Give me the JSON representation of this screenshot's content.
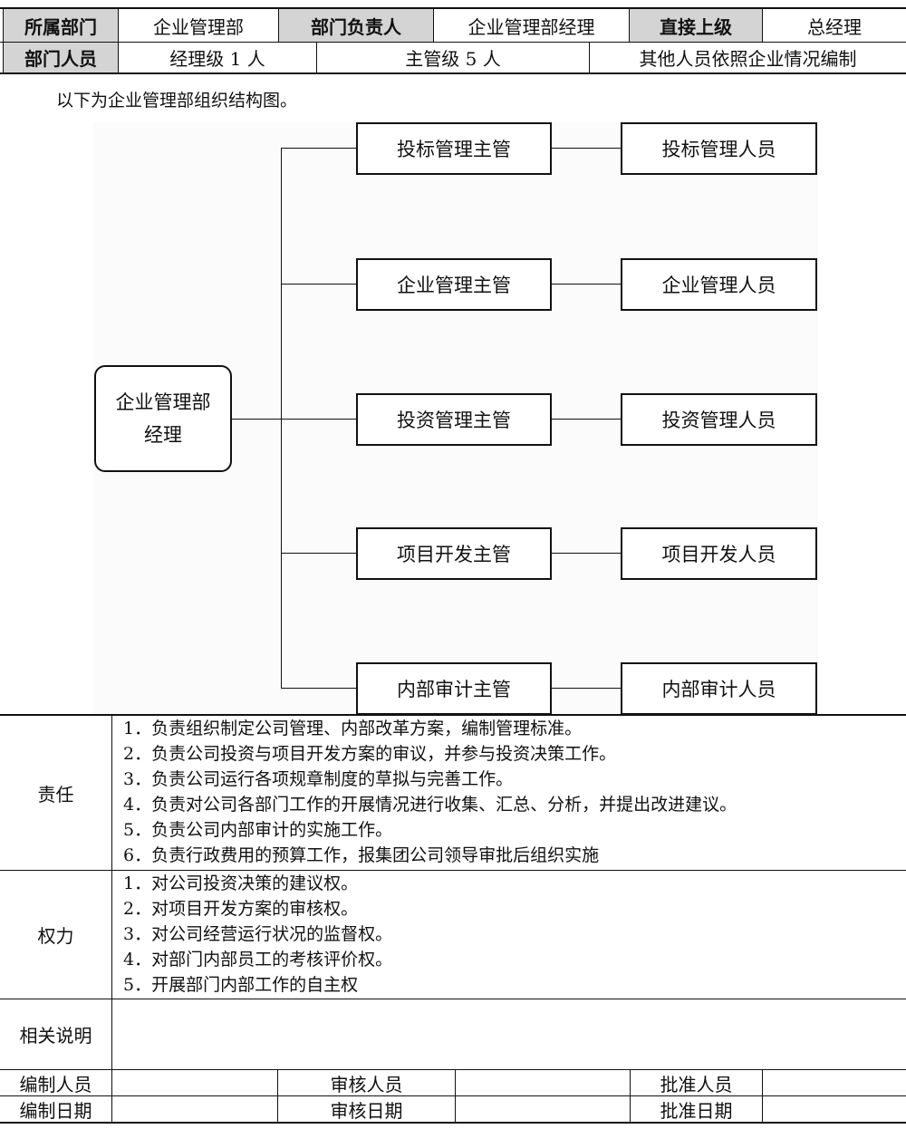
{
  "header": {
    "row1": {
      "dept_label": "所属部门",
      "dept_value": "企业管理部",
      "head_label": "部门负责人",
      "head_value": "企业管理部经理",
      "superior_label": "直接上级",
      "superior_value": "总经理"
    },
    "row2": {
      "staff_label": "部门人员",
      "manager_level": "经理级 1 人",
      "supervisor_level": "主管级 5 人",
      "others": "其他人员依照企业情况编制"
    }
  },
  "intro": "以下为企业管理部组织结构图。",
  "org": {
    "root_line1": "企业管理部",
    "root_line2": "经理",
    "branches": [
      {
        "supervisor": "投标管理主管",
        "staff": "投标管理人员"
      },
      {
        "supervisor": "企业管理主管",
        "staff": "企业管理人员"
      },
      {
        "supervisor": "投资管理主管",
        "staff": "投资管理人员"
      },
      {
        "supervisor": "项目开发主管",
        "staff": "项目开发人员"
      },
      {
        "supervisor": "内部审计主管",
        "staff": "内部审计人员"
      }
    ]
  },
  "duties": {
    "label": "责任",
    "items": [
      "1．负责组织制定公司管理、内部改革方案，编制管理标准。",
      "2．负责公司投资与项目开发方案的审议，并参与投资决策工作。",
      "3．负责公司运行各项规章制度的草拟与完善工作。",
      "4．负责对公司各部门工作的开展情况进行收集、汇总、分析，并提出改进建议。",
      "5．负责公司内部审计的实施工作。",
      "6．负责行政费用的预算工作，报集团公司领导审批后组织实施"
    ]
  },
  "powers": {
    "label": "权力",
    "items": [
      "1．对公司投资决策的建议权。",
      "2．对项目开发方案的审核权。",
      "3．对公司经营运行状况的监督权。",
      "4．对部门内部员工的考核评价权。",
      "5．开展部门内部工作的自主权"
    ]
  },
  "notes": {
    "label": "相关说明"
  },
  "footer": {
    "row1": {
      "a": "编制人员",
      "b": "审核人员",
      "c": "批准人员"
    },
    "row2": {
      "a": "编制日期",
      "b": "审核日期",
      "c": "批准日期"
    }
  }
}
